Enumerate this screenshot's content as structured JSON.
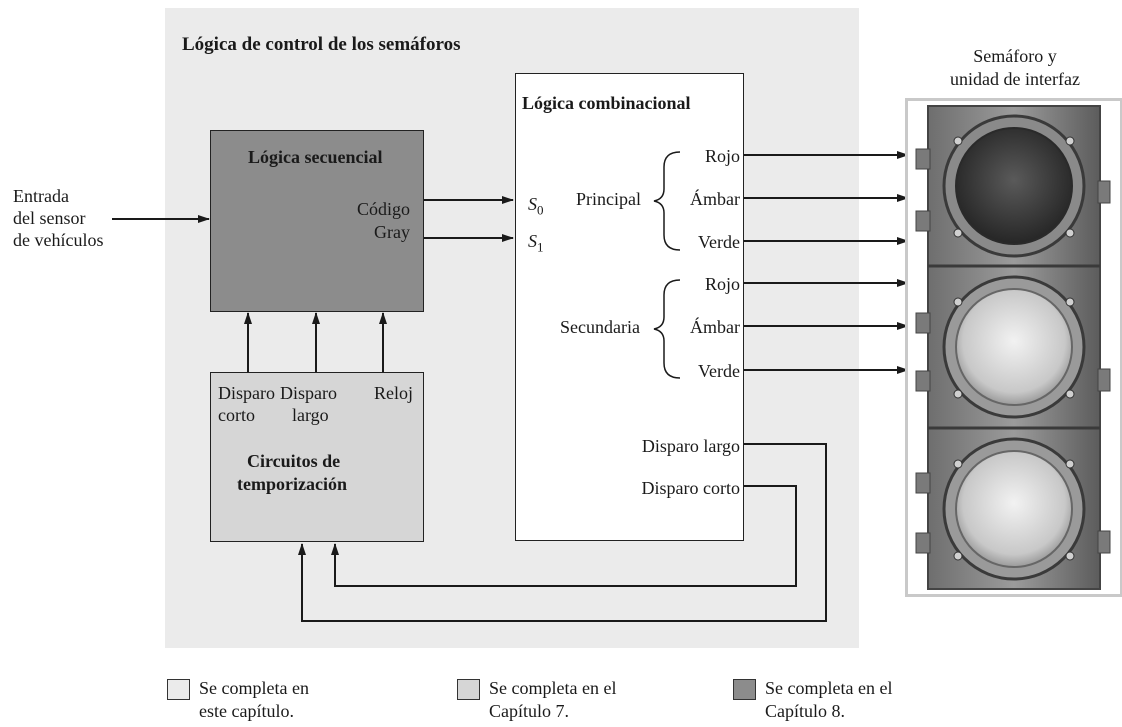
{
  "diagram": {
    "panel_title": "Lógica de control de los semáforos",
    "sequential_logic": {
      "title": "Lógica secuencial",
      "output_label_line1": "Código",
      "output_label_line2": "Gray"
    },
    "timing_circuits": {
      "title_line1": "Circuitos de",
      "title_line2": "temporización",
      "label_short_line1": "Disparo",
      "label_short_line2": "corto",
      "label_long_line1": "Disparo",
      "label_long_line2": "largo",
      "label_clock": "Reloj"
    },
    "combinational_logic": {
      "title": "Lógica combinacional",
      "input_s0": "S",
      "input_s0_sub": "0",
      "input_s1": "S",
      "input_s1_sub": "1",
      "group_main": "Principal",
      "group_secondary": "Secundaria",
      "main_red": "Rojo",
      "main_amber": "Ámbar",
      "main_green": "Verde",
      "sec_red": "Rojo",
      "sec_amber": "Ámbar",
      "sec_green": "Verde",
      "long_trigger": "Disparo largo",
      "short_trigger": "Disparo corto"
    },
    "input": {
      "line1": "Entrada",
      "line2": "del sensor",
      "line3": "de vehículos"
    },
    "traffic_light": {
      "label_line1": "Semáforo y",
      "label_line2": "unidad de interfaz"
    }
  },
  "legend": [
    {
      "line1": "Se completa en",
      "line2": "este capítulo.",
      "color": "#ebebeb"
    },
    {
      "line1": "Se completa en el",
      "line2": "Capítulo 7.",
      "color": "#d6d6d6"
    },
    {
      "line1": "Se completa en el",
      "line2": "Capítulo 8.",
      "color": "#8c8c8c"
    }
  ]
}
